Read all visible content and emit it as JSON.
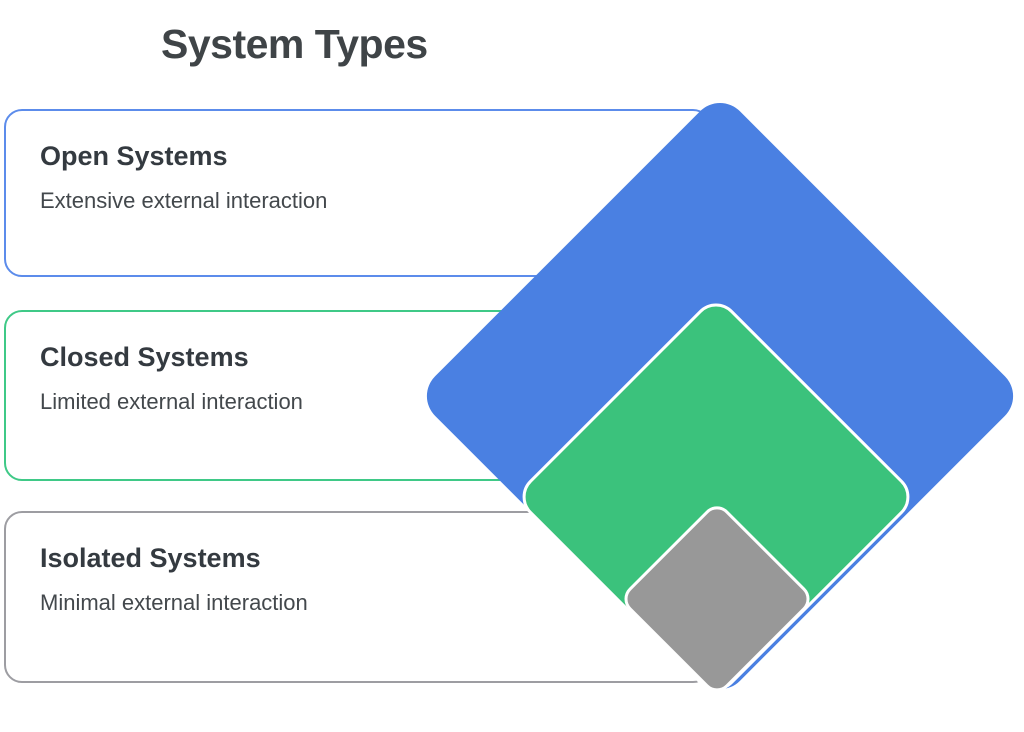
{
  "page": {
    "title": "System Types"
  },
  "cards": [
    {
      "title": "Open Systems",
      "description": "Extensive external interaction",
      "border_color": "#5c8ceb"
    },
    {
      "title": "Closed Systems",
      "description": "Limited external interaction",
      "border_color": "#3fc987"
    },
    {
      "title": "Isolated Systems",
      "description": "Minimal external interaction",
      "border_color": "#9d9da2"
    }
  ],
  "diamonds": [
    {
      "name": "open-systems-diamond",
      "represents": "Open Systems",
      "size": "large",
      "fill": "#4a80e2"
    },
    {
      "name": "closed-systems-diamond",
      "represents": "Closed Systems",
      "size": "medium",
      "fill": "#3bc27c"
    },
    {
      "name": "isolated-systems-diamond",
      "represents": "Isolated Systems",
      "size": "small",
      "fill": "#989898"
    }
  ],
  "palette": {
    "background": "#ffffff",
    "title_text": "#3f4447",
    "card_title_text": "#343a40",
    "card_description_text": "#43484c",
    "diamond_stroke": "#ffffff"
  }
}
